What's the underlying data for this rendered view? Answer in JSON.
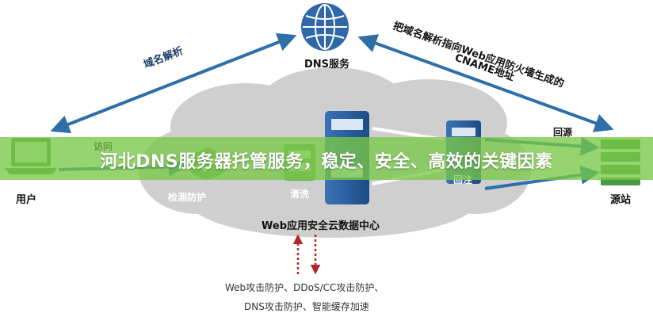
{
  "nodes": {
    "user": "用户",
    "dns": "DNS服务",
    "origin": "源站",
    "datacenter": "Web应用安全云数据中心",
    "detect": "检测防护",
    "clean": "清洗"
  },
  "edges": {
    "resolve": "域名解析",
    "cname_line1": "把域名解析指向Web应用防火墙生成的",
    "cname_line2": "CNAME地址",
    "access": "访问",
    "back_to_origin": "回源",
    "forward": "回注"
  },
  "attacks": {
    "line1": "Web攻击防护、DDoS/CC攻击防护、",
    "line2": "DNS攻击防护、智能缓存加速"
  },
  "banner": {
    "title": "河北DNS服务器托管服务，稳定、安全、高效的关键因素"
  }
}
